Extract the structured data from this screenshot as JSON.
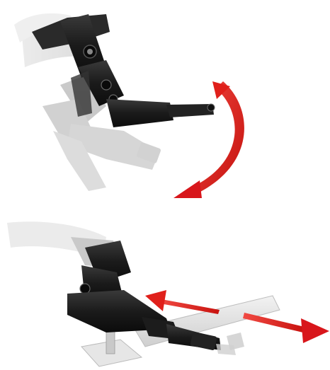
{
  "figure": {
    "panels": [
      {
        "id": "rotation",
        "motion": "arc-rotation",
        "arrow_color": "#e0201b",
        "body_color": "#1b1b1b"
      },
      {
        "id": "slide",
        "motion": "linear-slide",
        "arrow_color": "#e0201b",
        "body_color": "#1b1b1b",
        "rail_color": "#dcdcdc"
      }
    ]
  }
}
